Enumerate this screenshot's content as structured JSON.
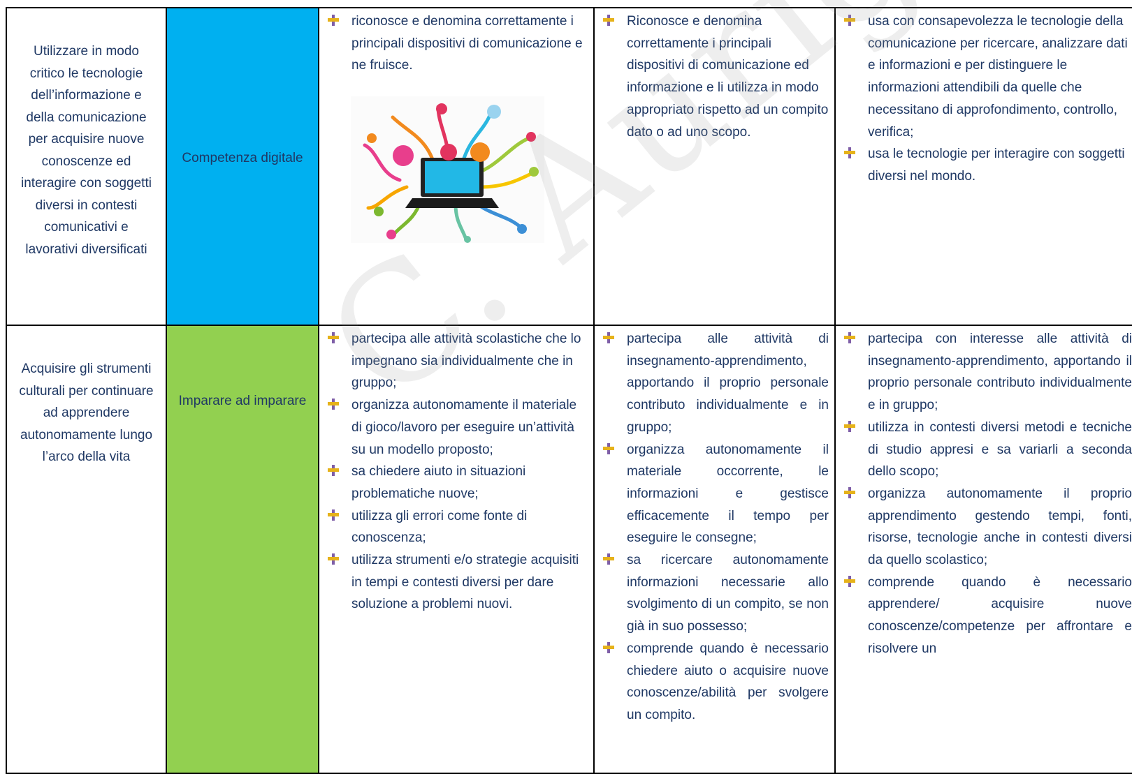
{
  "rows": [
    {
      "goal": "Utilizzare in modo critico le tecnologie dell’informazione e della comunicazione per acquisire nuove conoscenze ed interagire con soggetti diversi in contesti comunicativi e lavorativi diversificati",
      "competence": "Competenza digitale",
      "competence_color": "#00b0f0",
      "col3": [
        "riconosce e denomina correttamente i principali dispositivi di comunicazione e ne fruisce."
      ],
      "col4": [
        "Riconosce e denomina correttamente i principali dispositivi di comunicazione ed informazione e li utilizza in modo appropriato rispetto ad un compito dato o ad uno scopo."
      ],
      "col5": [
        "usa con consapevolezza le tecnologie della comunicazione per ricercare, analizzare dati e informazioni e per distinguere le informazioni attendibili da quelle che necessitano di approfondimento, controllo, verifica;",
        "usa le tecnologie per interagire con soggetti diversi nel mondo."
      ]
    },
    {
      "goal": "Acquisire gli strumenti culturali per continuare ad apprendere autonomamente lungo l’arco della vita",
      "competence": "Imparare ad imparare",
      "competence_color": "#92d050",
      "col3": [
        "partecipa alle attività scolastiche che lo impegnano sia individualmente che in gruppo;",
        "organizza autonomamente il materiale di gioco/lavoro per eseguire un’attività su un modello proposto;",
        "sa chiedere aiuto in situazioni problematiche nuove;",
        "utilizza gli errori come fonte di conoscenza;",
        "utilizza strumenti e/o strategie acquisiti in tempi e contesti diversi per dare soluzione a problemi nuovi."
      ],
      "col4": [
        "partecipa alle attività di insegnamento-apprendimento, apportando il proprio personale contributo individualmente e in gruppo;",
        "organizza autonomamente il materiale occorrente, le informazioni e gestisce efficacemente il tempo per eseguire le consegne;",
        "sa ricercare autonomamente informazioni necessarie allo svolgimento di un compito, se non già in suo possesso;",
        "comprende quando è necessario chiedere aiuto o acquisire nuove conoscenze/abilità per svolgere un compito."
      ],
      "col5": [
        "partecipa con interesse alle attività di insegnamento-apprendimento, apportando il proprio personale contributo individualmente e in gruppo;",
        "utilizza in contesti diversi metodi e tecniche di studio appresi e sa variarli a seconda dello scopo;",
        "organizza autonomamente il proprio apprendimento gestendo tempi, fonti, risorse, tecnologie anche in contesti diversi da quello scolastico;",
        "comprende quando è necessario apprendere/ acquisire nuove conoscenze/competenze per affrontare e risolvere un"
      ]
    }
  ],
  "illustration": {
    "icon": "digital-network-laptop-icon"
  },
  "watermark": "C. Aurigemma"
}
